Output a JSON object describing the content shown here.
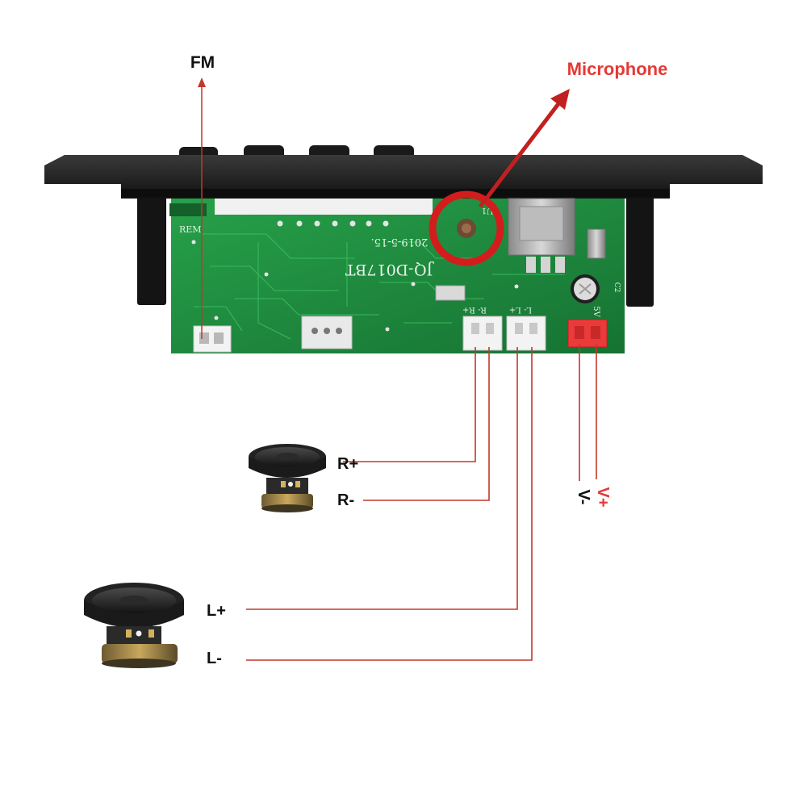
{
  "labels": {
    "fm": "FM",
    "microphone": "Microphone",
    "r_plus": "R+",
    "r_minus": "R-",
    "l_plus": "L+",
    "l_minus": "L-",
    "v_minus": "V-",
    "v_plus": "V+"
  },
  "silkscreen": {
    "date": "2019-5-15.",
    "model": "JQ-D017BT",
    "rem": "REM",
    "r_pins": "R- R+",
    "l_pins": "L- L+",
    "power": "5V",
    "cap": "C2",
    "usb": "U1"
  },
  "colors": {
    "wire": "#c0392b",
    "accent_red": "#e53935",
    "pcb_green": "#1f8a3c",
    "bezel": "#1c1c1c",
    "label": "#111111"
  },
  "icons": {
    "speaker": "speaker-icon",
    "arrow": "arrow-icon"
  }
}
